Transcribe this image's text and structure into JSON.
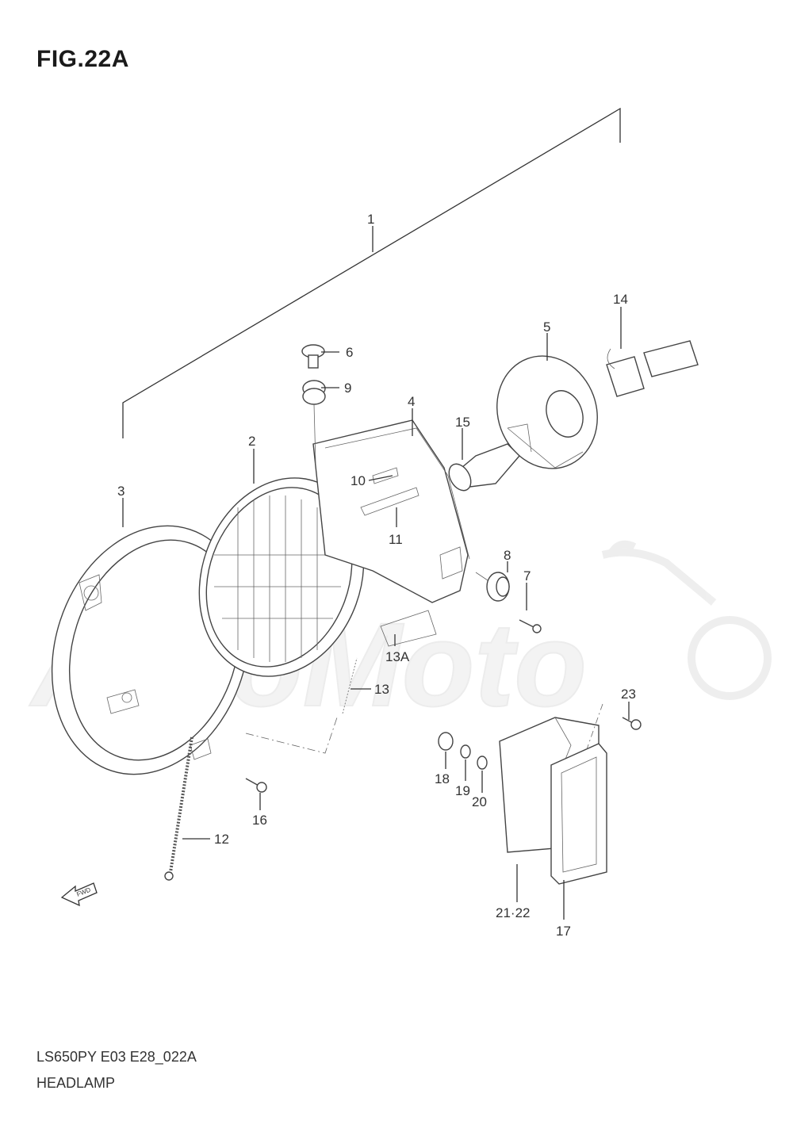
{
  "figure": {
    "title": "FIG.22A",
    "model_code": "LS650PY  E03  E28_022A",
    "section_name": "HEADLAMP",
    "fwd_label": "FWD"
  },
  "callouts": {
    "c1": "1",
    "c2": "2",
    "c3": "3",
    "c4": "4",
    "c5": "5",
    "c6": "6",
    "c7": "7",
    "c8": "8",
    "c9": "9",
    "c10": "10",
    "c11": "11",
    "c12": "12",
    "c13": "13",
    "c13a": "13A",
    "c14": "14",
    "c15": "15",
    "c16": "16",
    "c17": "17",
    "c18": "18",
    "c19": "19",
    "c20": "20",
    "c2122": "21·22",
    "c23": "23"
  },
  "watermark": {
    "text": "AeroMoto"
  }
}
